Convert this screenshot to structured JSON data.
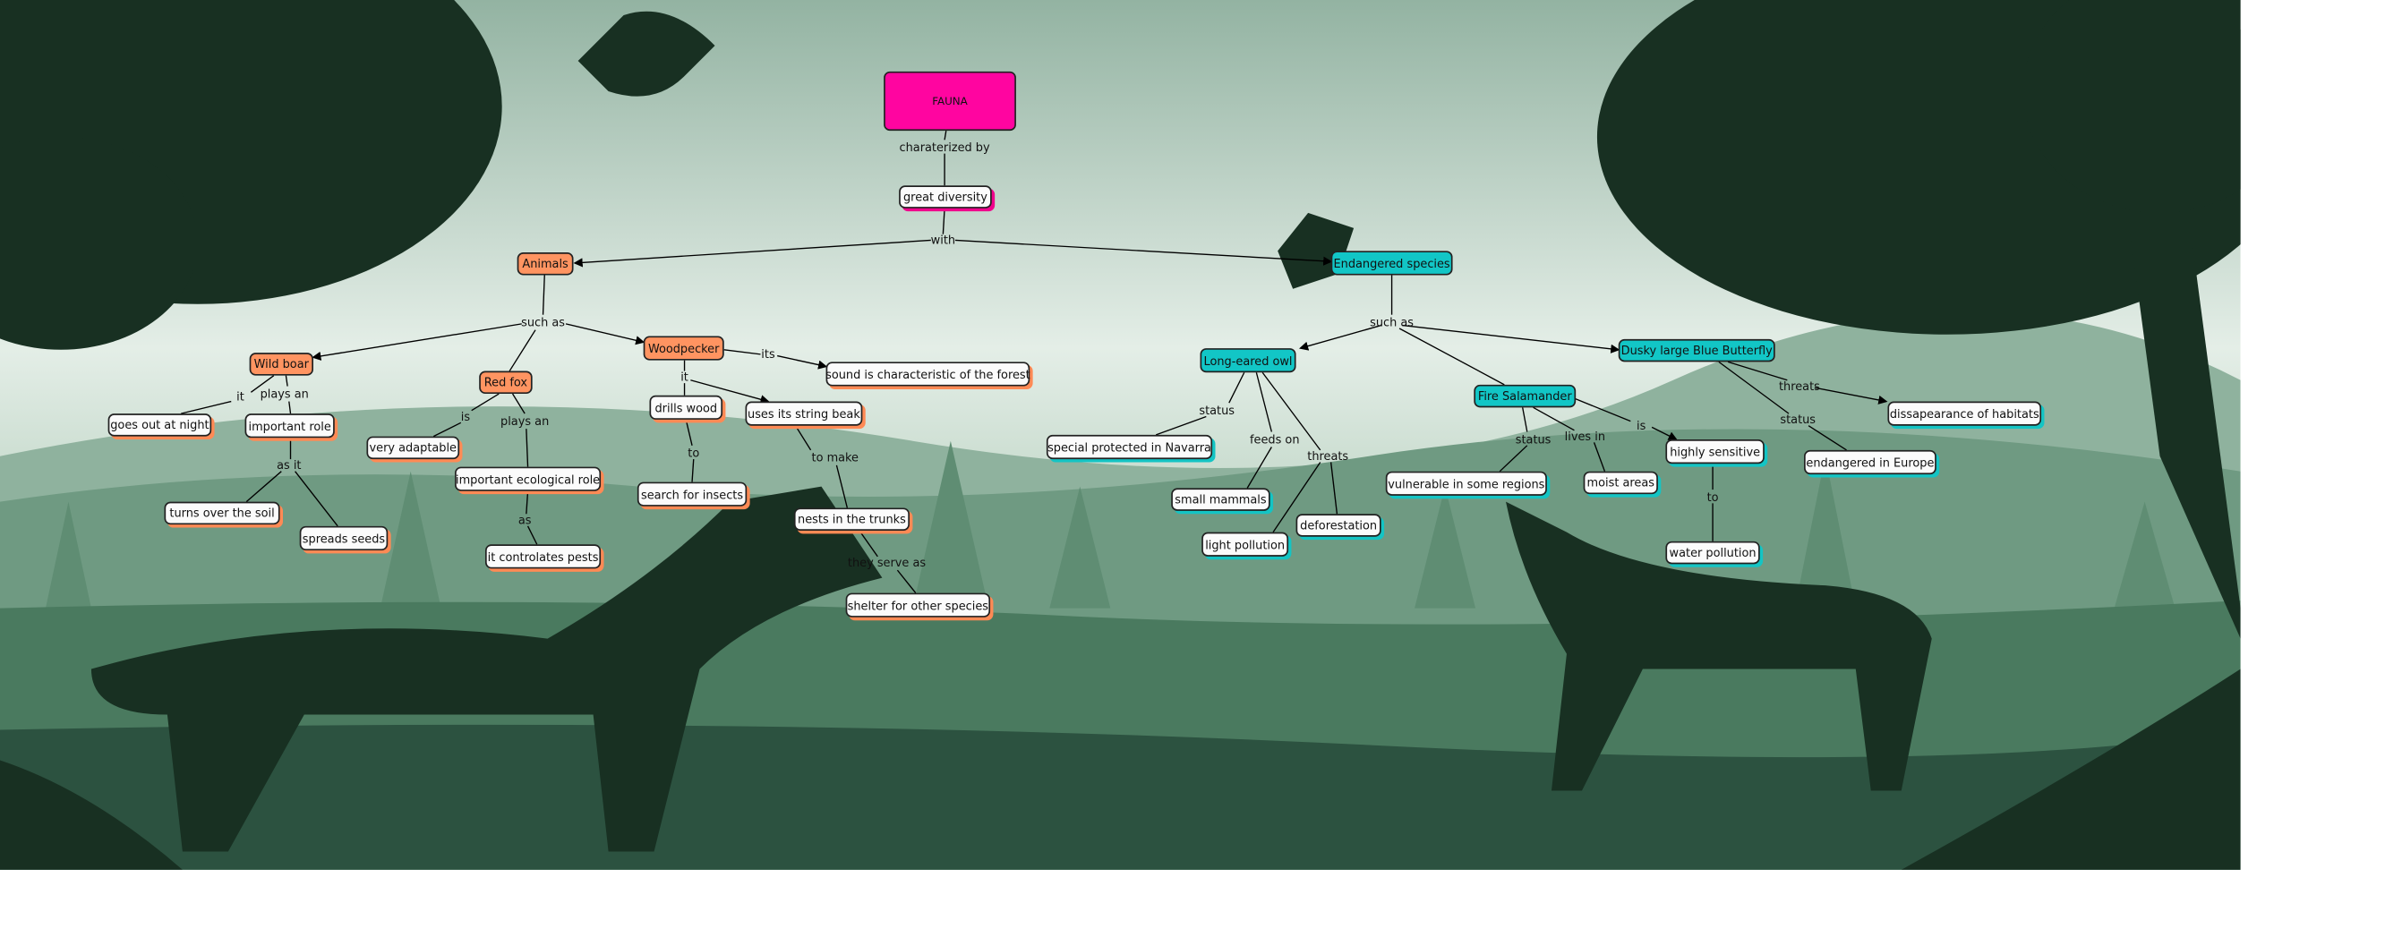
{
  "map": {
    "root": "FAUNA",
    "colors": {
      "root": "#ff05a0",
      "animals": "#ff9461",
      "endangered": "#12c6c6"
    },
    "nodes": {
      "fauna": "FAUNA",
      "great_diversity": "great diversity",
      "animals": "Animals",
      "endangered": "Endangered species",
      "wild_boar": "Wild boar",
      "red_fox": "Red fox",
      "woodpecker": "Woodpecker",
      "sound": "sound is characteristic of the forest",
      "drills_wood": "drills wood",
      "string_beak": "uses its string beak",
      "search_insects": "search for insects",
      "nests": "nests in the trunks",
      "shelter": "shelter for other species",
      "goes_out": "goes out at night",
      "important_role": "important role",
      "turns_soil": "turns over the soil",
      "spreads_seeds": "spreads seeds",
      "very_adaptable": "very adaptable",
      "important_eco": "important ecological role",
      "controlates": "it controlates pests",
      "owl": "Long-eared owl",
      "salamander": "Fire Salamander",
      "butterfly": "Dusky large Blue Butterfly",
      "navarra": "special protected in Navarra",
      "small_mammals": "small mammals",
      "light_pollution": "light pollution",
      "deforestation": "deforestation",
      "vulnerable": "vulnerable in some regions",
      "moist": "moist areas",
      "highly_sensitive": "highly sensitive",
      "water_pollution": "water pollution",
      "dissapearance": "dissapearance of habitats",
      "endangered_europe": "endangered in Europe"
    },
    "links": {
      "charaterized": "charaterized by",
      "with": "with",
      "such_as_a": "such as",
      "its": "its",
      "wp_it": "it",
      "to1": "to",
      "to_make": "to make",
      "serve": "they serve as",
      "wb_it": "it",
      "wb_plays": "plays an",
      "as_it": "as it",
      "fox_is": "is",
      "fox_plays": "plays an",
      "as": "as",
      "such_as_e": "such as",
      "owl_status": "status",
      "feeds": "feeds on",
      "owl_threats": "threats",
      "sal_status": "status",
      "lives": "lives in",
      "sal_is": "is",
      "to2": "to",
      "bf_threats": "threats",
      "bf_status": "status"
    }
  }
}
